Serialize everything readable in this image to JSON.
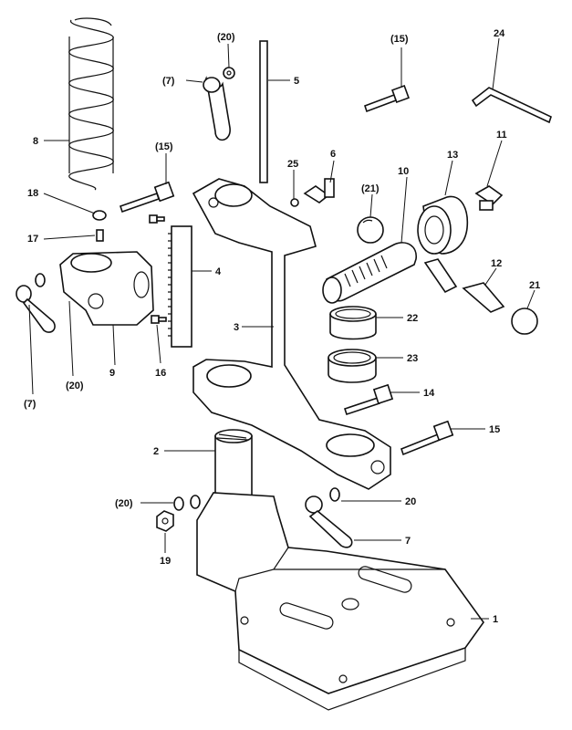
{
  "diagram": {
    "labels": {
      "l1": "1",
      "l2": "2",
      "l3": "3",
      "l4": "4",
      "l5": "5",
      "l6": "6",
      "l7_top": "(7)",
      "l7_left": "(7)",
      "l7_right": "7",
      "l8": "8",
      "l9": "9",
      "l10": "10",
      "l11": "11",
      "l12": "12",
      "l13": "13",
      "l14": "14",
      "l15_top": "(15)",
      "l15_mid": "(15)",
      "l15_right": "15",
      "l16": "16",
      "l17": "17",
      "l18": "18",
      "l19": "19",
      "l20_top": "(20)",
      "l20_left": "(20)",
      "l20_base": "(20)",
      "l20_right": "20",
      "l21_top": "(21)",
      "l21_right": "21",
      "l22": "22",
      "l23": "23",
      "l24": "24",
      "l25": "25"
    }
  }
}
